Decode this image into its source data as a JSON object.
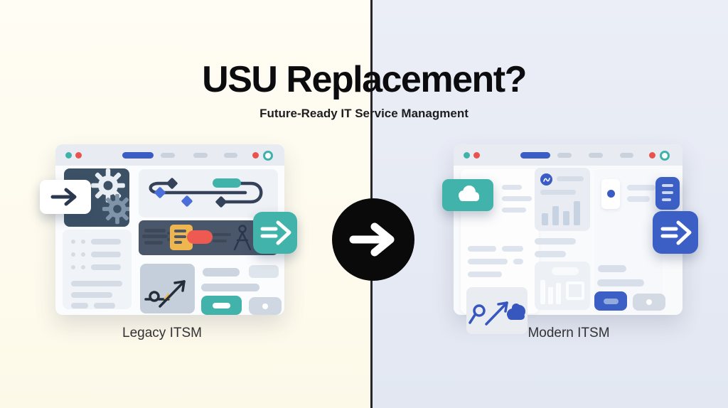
{
  "header": {
    "title": "USU Replacement?",
    "subtitle": "Future-Ready IT Service Managment"
  },
  "comparison": {
    "left_label": "Legacy ITSM",
    "right_label": "Modern ITSM"
  },
  "colors": {
    "left_background": "#FFFCEF",
    "right_background": "#E9EDF5",
    "divider": "#27272B",
    "accent_teal": "#42B3AB",
    "accent_blue": "#3B5FC5",
    "accent_navy": "#3D5166",
    "accent_slate": "#4A5669",
    "accent_red": "#EE5A52",
    "accent_yellow": "#EFB54F",
    "ink": "#0A0A0B"
  },
  "icons": {
    "center_transition": "arrow-right",
    "legacy_export": "double-arrow-right",
    "modern_export": "double-arrow-right",
    "legacy_sidebar": "gears",
    "legacy_flow": "workflow-path",
    "legacy_trend": "trend-arrow",
    "modern_badge": "cloud",
    "modern_analytics": "bar-chart",
    "modern_search": "search-trend-cloud",
    "modern_list": "list-lines"
  }
}
